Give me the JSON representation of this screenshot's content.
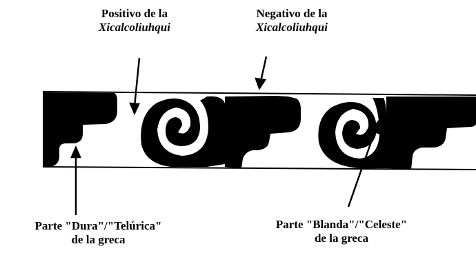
{
  "labels": {
    "positive": {
      "line1": "Positivo de la",
      "line2": "Xicalcoliuhqui"
    },
    "negative": {
      "line1": "Negativo de la",
      "line2": "Xicalcoliuhqui"
    },
    "hard": {
      "line1": "Parte \"Dura\"/\"Telúrica\"",
      "line2": "de la greca"
    },
    "soft": {
      "line1": "Parte \"Blanda\"/\"Celeste\"",
      "line2": "de la greca"
    }
  },
  "colors": {
    "ink": "#000000",
    "paper": "#ffffff"
  }
}
